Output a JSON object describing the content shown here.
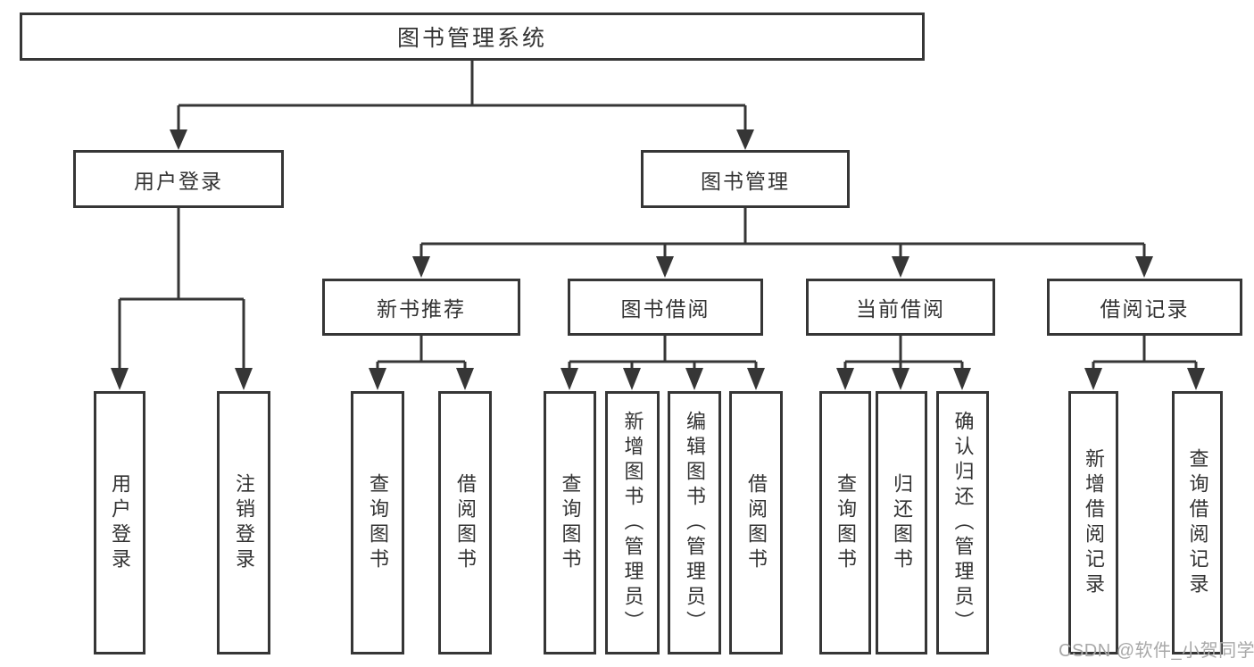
{
  "nodes": {
    "root": {
      "label": "图书管理系统"
    },
    "l2": [
      {
        "label": "用户登录"
      },
      {
        "label": "图书管理"
      }
    ],
    "l3": [
      {
        "label": "新书推荐"
      },
      {
        "label": "图书借阅"
      },
      {
        "label": "当前借阅"
      },
      {
        "label": "借阅记录"
      }
    ],
    "leaves": [
      {
        "label": "用户登录"
      },
      {
        "label": "注销登录"
      },
      {
        "label": "查询图书"
      },
      {
        "label": "借阅图书"
      },
      {
        "label": "查询图书"
      },
      {
        "label": "新增图书（管理员）"
      },
      {
        "label": "编辑图书（管理员）"
      },
      {
        "label": "借阅图书"
      },
      {
        "label": "查询图书"
      },
      {
        "label": "归还图书"
      },
      {
        "label": "确认归还（管理员）"
      },
      {
        "label": "新增借阅记录"
      },
      {
        "label": "查询借阅记录"
      }
    ]
  },
  "edges": [
    {
      "from": "图书管理系统",
      "to": [
        "用户登录",
        "图书管理"
      ]
    },
    {
      "from": "用户登录",
      "to": [
        "用户登录",
        "注销登录"
      ]
    },
    {
      "from": "图书管理",
      "to": [
        "新书推荐",
        "图书借阅",
        "当前借阅",
        "借阅记录"
      ]
    },
    {
      "from": "新书推荐",
      "to": [
        "查询图书",
        "借阅图书"
      ]
    },
    {
      "from": "图书借阅",
      "to": [
        "查询图书",
        "新增图书（管理员）",
        "编辑图书（管理员）",
        "借阅图书"
      ]
    },
    {
      "from": "当前借阅",
      "to": [
        "查询图书",
        "归还图书",
        "确认归还（管理员）"
      ]
    },
    {
      "from": "借阅记录",
      "to": [
        "新增借阅记录",
        "查询借阅记录"
      ]
    }
  ],
  "watermark": {
    "text": "CSDN @软件_小贺同学"
  },
  "colors": {
    "line": "#363636",
    "text": "#333333",
    "background": "#ffffff",
    "watermark": "#a8a8a8"
  }
}
